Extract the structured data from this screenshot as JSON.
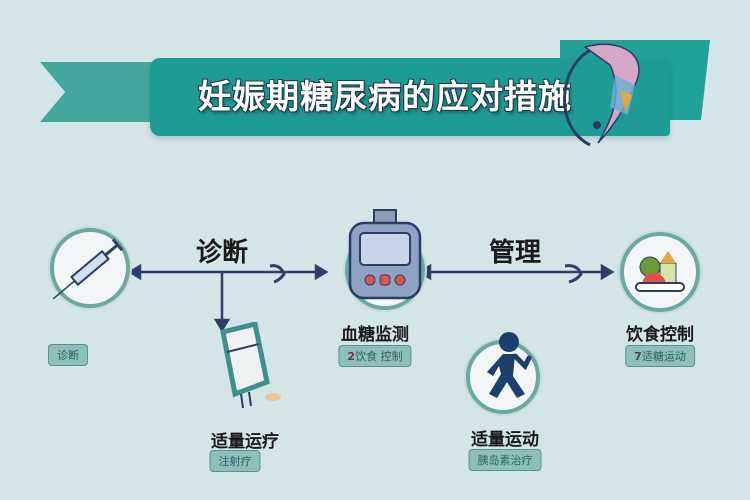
{
  "title": "妊娠期糖尿病的应对措施",
  "connectors": {
    "left": "诊断",
    "right": "管理"
  },
  "nodes": [
    {
      "id": "syringe",
      "icon": "syringe-icon",
      "tag": "诊断"
    },
    {
      "id": "meter",
      "icon": "glucose-meter-icon",
      "label": "血糖监测",
      "tag": "饮食 控制",
      "tag_num": "2"
    },
    {
      "id": "food",
      "icon": "food-plate-icon",
      "label": "饮食控制",
      "tag": "适糖运动",
      "tag_num": "7"
    },
    {
      "id": "pen",
      "icon": "insulin-pen-icon",
      "label": "适量运疗",
      "tag": "注射疗"
    },
    {
      "id": "walk",
      "icon": "walking-person-icon",
      "label": "适量运动",
      "tag": "胰岛素治疗"
    }
  ],
  "colors": {
    "background": "#d4e5e7",
    "banner": "#1f9b96",
    "arrow": "#2f3f66",
    "accent_red": "#e0524a"
  }
}
